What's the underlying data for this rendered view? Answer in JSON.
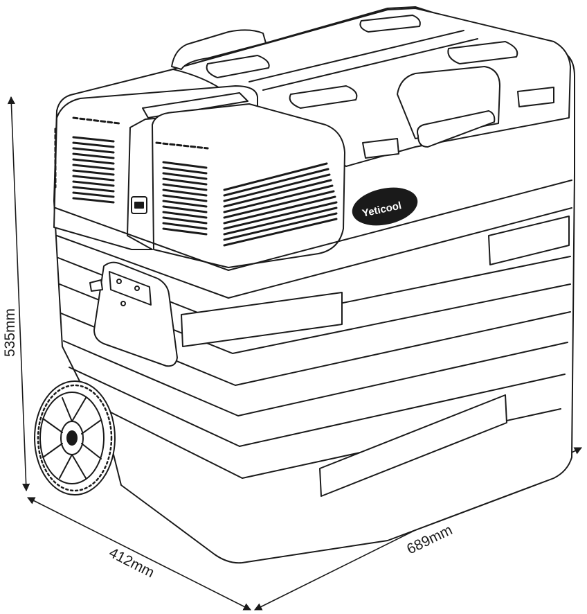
{
  "dimensions": {
    "height": {
      "label": "535mm"
    },
    "depth": {
      "label": "412mm"
    },
    "width": {
      "label": "689mm"
    }
  },
  "brand": {
    "logo_text": "Yeticool"
  },
  "colors": {
    "line": "#1a1a1a",
    "fill": "#ffffff",
    "grey": "#f4f4f4"
  }
}
